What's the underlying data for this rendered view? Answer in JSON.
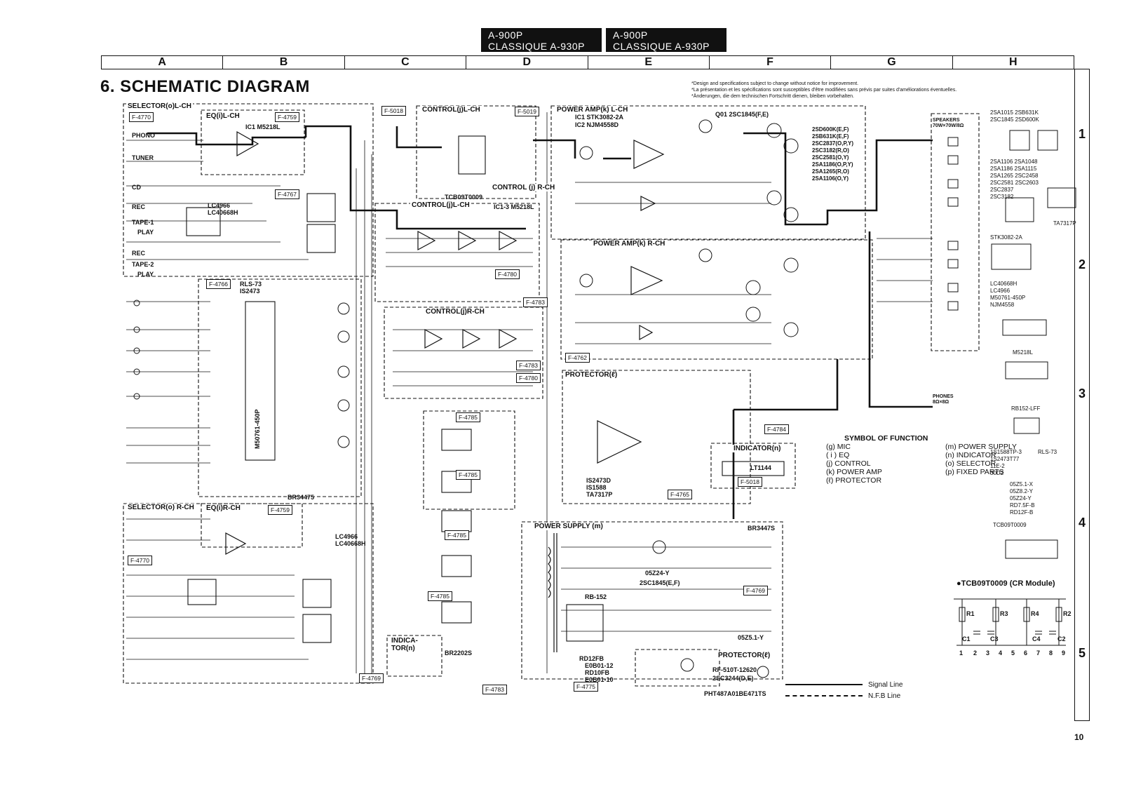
{
  "header": {
    "left": {
      "line1": "A-900P",
      "line2": "CLASSIQUE A-930P"
    },
    "right": {
      "line1": "A-900P",
      "line2": "CLASSIQUE A-930P"
    }
  },
  "grid": {
    "columns": [
      "A",
      "B",
      "C",
      "D",
      "E",
      "F",
      "G",
      "H"
    ],
    "rows": [
      "1",
      "2",
      "3",
      "4",
      "5"
    ]
  },
  "title": "6. SCHEMATIC DIAGRAM",
  "notice": [
    "*Design and specifications subject to change without notice for improvement.",
    "*La présentation et les spécifications sont susceptibles d'être modifiées sans prévis par suites d'améliorations éventuelles.",
    "*Änderungen, die dem technischen Fortschritt dienen, bleiben vorbehalten."
  ],
  "blocks": {
    "selector_l": "SELECTOR(o)L-CH",
    "eq_l": "EQ(i)L-CH",
    "control_j_l_top": "CONTROL(j)L-CH",
    "control_j_r_top": "CONTROL (j) R-CH",
    "control_j_l": "CONTROL(j)L-CH",
    "control_j_r": "CONTROL(j)R-CH",
    "power_amp_l": "POWER AMP(k) L-CH",
    "power_amp_r": "POWER AMP(k) R-CH",
    "protector_top": "PROTECTOR(ℓ)",
    "indicator": "INDICATOR(n)",
    "selector_r": "SELECTOR(o) R-CH",
    "eq_r": "EQ(i)R-CH",
    "power_supply": "POWER SUPPLY (m)",
    "indicator_small": "INDICA-TOR(n)",
    "protector_bottom": "PROTECTOR(ℓ)"
  },
  "frefs": {
    "f4770a": "F-4770",
    "f4759a": "F-4759",
    "f5018a": "F-5018",
    "f5019": "F-5019",
    "f4767": "F-4767",
    "f4766": "F-4766",
    "f4780a": "F-4780",
    "f4783a": "F-4783",
    "f4783b": "F-4783",
    "f4780b": "F-4780",
    "f4762": "F-4762",
    "f4785a": "F-4785",
    "f4785b": "F-4785",
    "f4785c": "F-4785",
    "f4785d": "F-4785",
    "f4784": "F-4784",
    "f4765": "F-4765",
    "f5018b": "F-5018",
    "f4759b": "F-4759",
    "f4770b": "F-4770",
    "f4769a": "F-4769",
    "f4769b": "F-4769",
    "f4775": "F-4775",
    "f4783c": "F-4783"
  },
  "parts_labels": {
    "ic_m5218l": "IC1 M5218L",
    "tcb": "TCB09T0009",
    "m5218l_r": "IC1-3 M5218L",
    "stk": "IC1 STK3082-2A",
    "njm": "IC2 NJM4558D",
    "q01": "Q01 2SC1845(F,E)",
    "lc4966": "LC4966",
    "lc40668h": "LC40668H",
    "rls73": "RLS-73",
    "is2473": "IS2473",
    "m50761": "M50761-450P",
    "lt1144": "LT1144",
    "br3447s": "BR3447S",
    "rb152": "RB-152",
    "q05224": "05Z24-Y",
    "q2sc1845": "2SC1845(E,F)",
    "ic_tor": "BR2202S",
    "rf510": "RF-510T-12620",
    "sc3244": "2SC3244(D,E)",
    "pht": "PHT487A01BE471TS",
    "ic_is2473d": "IS2473D",
    "is1588": "IS1588",
    "ta7317p": "TA7317P",
    "br34475": "BR34475",
    "lc4966_b": "LC4966",
    "lc40668h_b": "LC40668H",
    "rd12fb": "RD12FB",
    "e0b01_12": "E0B01-12",
    "rd10fb": "RD10FB",
    "e0b01_10": "E0B01-10",
    "q05z5_1y": "05Z5.1-Y",
    "tr_q02": "2SD600K(E,F)",
    "tr_q03": "2SB631K(E,F)",
    "tr_q04": "2SC2837(O,P,Y)",
    "tr_q05": "2SC3182(R,O)",
    "tr_q06": "2SC2581(O,Y)",
    "tr_q07": "2SA1186(O,P,Y)",
    "tr_q08": "2SA1265(R,O)",
    "tr_q09": "2SA1106(O,Y)",
    "sp_label": "SPEAKERS",
    "sp_spec": "70W×70W/8Ω",
    "phones": "PHONES",
    "phones_spec": "8Ω×8Ω"
  },
  "input_labels": [
    "PHONO",
    "TUNER",
    "CD",
    "REC",
    "TAPE-1",
    "PLAY",
    "REC",
    "TAPE-2",
    "PLAY"
  ],
  "symbol_of_function": {
    "title": "SYMBOL OF FUNCTION",
    "left": [
      "(g) MIC",
      "( i ) EQ",
      "(j) CONTROL",
      "(k) POWER AMP",
      "(ℓ) PROTECTOR"
    ],
    "right": [
      "(m) POWER SUPPLY",
      "(n) INDICATOR",
      "(o) SELECTOR",
      "(p) FIXED PARTS"
    ]
  },
  "legend": {
    "signal": "Signal Line",
    "nfb": "N.F.B Line"
  },
  "parts_sidebar": [
    "2SA1015 2SB631K",
    "2SC1845 2SD600K",
    "2SA1106 2SA1048",
    "2SA1186 2SA1115",
    "2SA1265 2SC2458",
    "2SC2581 2SC2603",
    "2SC2837",
    "2SC3182",
    "TA7317P",
    "STK3082-2A",
    "LC40668H",
    "LC4966",
    "M50761-450P",
    "NJM4558",
    "M5218L",
    "RB152-LFF",
    "1S1588TP-3",
    "1S2473T77",
    "11E-2",
    "30D2",
    "RLS-73",
    "05Z5.1-X",
    "05Z8.2-Y",
    "05Z24-Y",
    "RD7.5F-B",
    "RD12F-B",
    "TCB09T0009"
  ],
  "cr_module": {
    "title": "●TCB09T0009 (CR Module)",
    "resistors": [
      "R1",
      "R3",
      "R4",
      "R2"
    ],
    "caps": [
      "C1",
      "C3",
      "C4",
      "C2"
    ],
    "pins": [
      "1",
      "2",
      "3",
      "4",
      "5",
      "6",
      "7",
      "8",
      "9"
    ]
  },
  "page_number": "10"
}
